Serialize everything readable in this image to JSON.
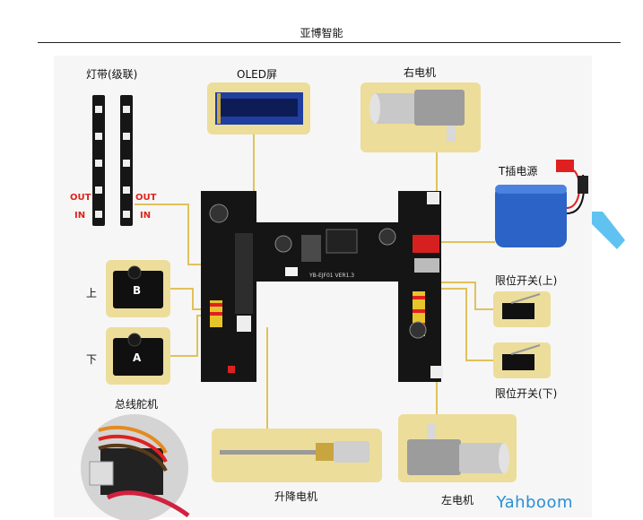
{
  "header": {
    "title": "亚博智能"
  },
  "labels": {
    "led_strip": "灯带(级联)",
    "oled": "OLED屏",
    "right_motor": "右电机",
    "battery": "T插电源",
    "out_left": "OUT",
    "in_left": "IN",
    "out_right": "OUT",
    "in_right": "IN",
    "servo_up": "上",
    "servo_b": "B",
    "servo_down": "下",
    "servo_a": "A",
    "bus_servo": "总线舵机",
    "limit_up": "限位开关(上)",
    "limit_down": "限位开关(下)",
    "lift_motor": "升降电机",
    "left_motor": "左电机",
    "board_silk": "YB-EJF01 VER1.3"
  },
  "brand": "Yahboom",
  "colors": {
    "card": "#ecdd9a",
    "wire": "#e0c25a",
    "pcb": "#151515",
    "battery": "#2b63c6",
    "brand": "#2a8fd6",
    "label_red": "#e0231c"
  }
}
